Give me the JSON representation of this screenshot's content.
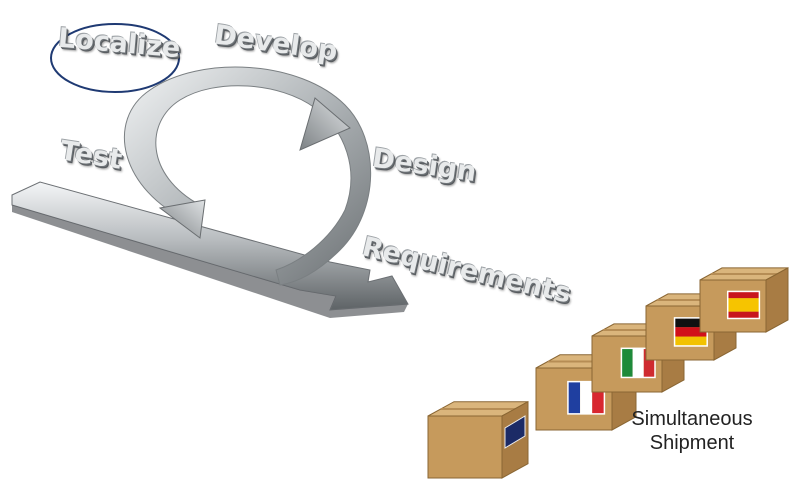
{
  "stages": {
    "localize": "Localize",
    "develop": "Develop",
    "design": "Design",
    "test": "Test",
    "requirements": "Requirements"
  },
  "caption": {
    "line1": "Simultaneous",
    "line2": "Shipment"
  },
  "boxes": [
    {
      "flag": "blank"
    },
    {
      "flag": "france"
    },
    {
      "flag": "italy"
    },
    {
      "flag": "germany"
    },
    {
      "flag": "spain"
    }
  ],
  "colors": {
    "highlight_ellipse": "#1f3a73",
    "box_front": "#c69a5c",
    "box_side": "#a87c44",
    "box_top": "#dab57c"
  }
}
